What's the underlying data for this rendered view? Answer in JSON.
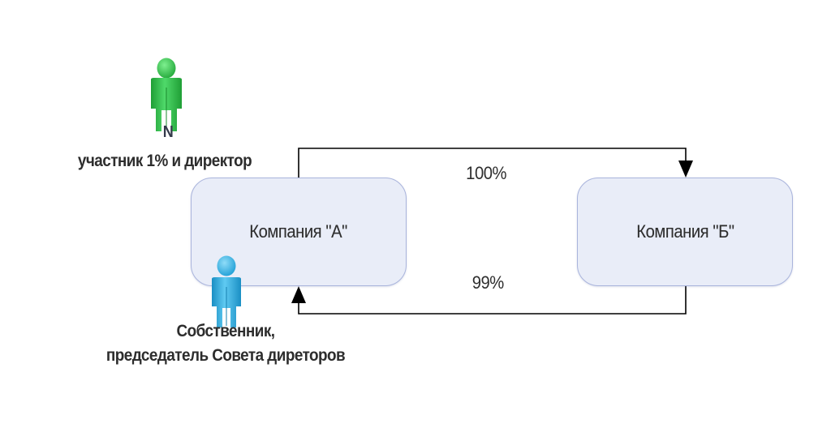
{
  "diagram": {
    "nodes": [
      {
        "id": "company_a",
        "label": "Компания \"А\""
      },
      {
        "id": "company_b",
        "label": "Компания \"Б\""
      }
    ],
    "edges": [
      {
        "from": "company_a",
        "to": "company_b",
        "label": "100%"
      },
      {
        "from": "company_b",
        "to": "company_a",
        "label": "99%"
      }
    ],
    "persons": [
      {
        "id": "person_n",
        "icon": "green-person-icon",
        "color": "#2fbf45",
        "name": "N",
        "caption": "участник 1% и директор"
      },
      {
        "id": "person_owner",
        "icon": "blue-person-icon",
        "color": "#2ea9dc",
        "caption_line1": "Собственник,",
        "caption_line2": "председатель Совета диреторов"
      }
    ]
  },
  "colors": {
    "box_fill": "#e9edf8",
    "box_border": "#a9b4dc",
    "line": "#000000"
  }
}
